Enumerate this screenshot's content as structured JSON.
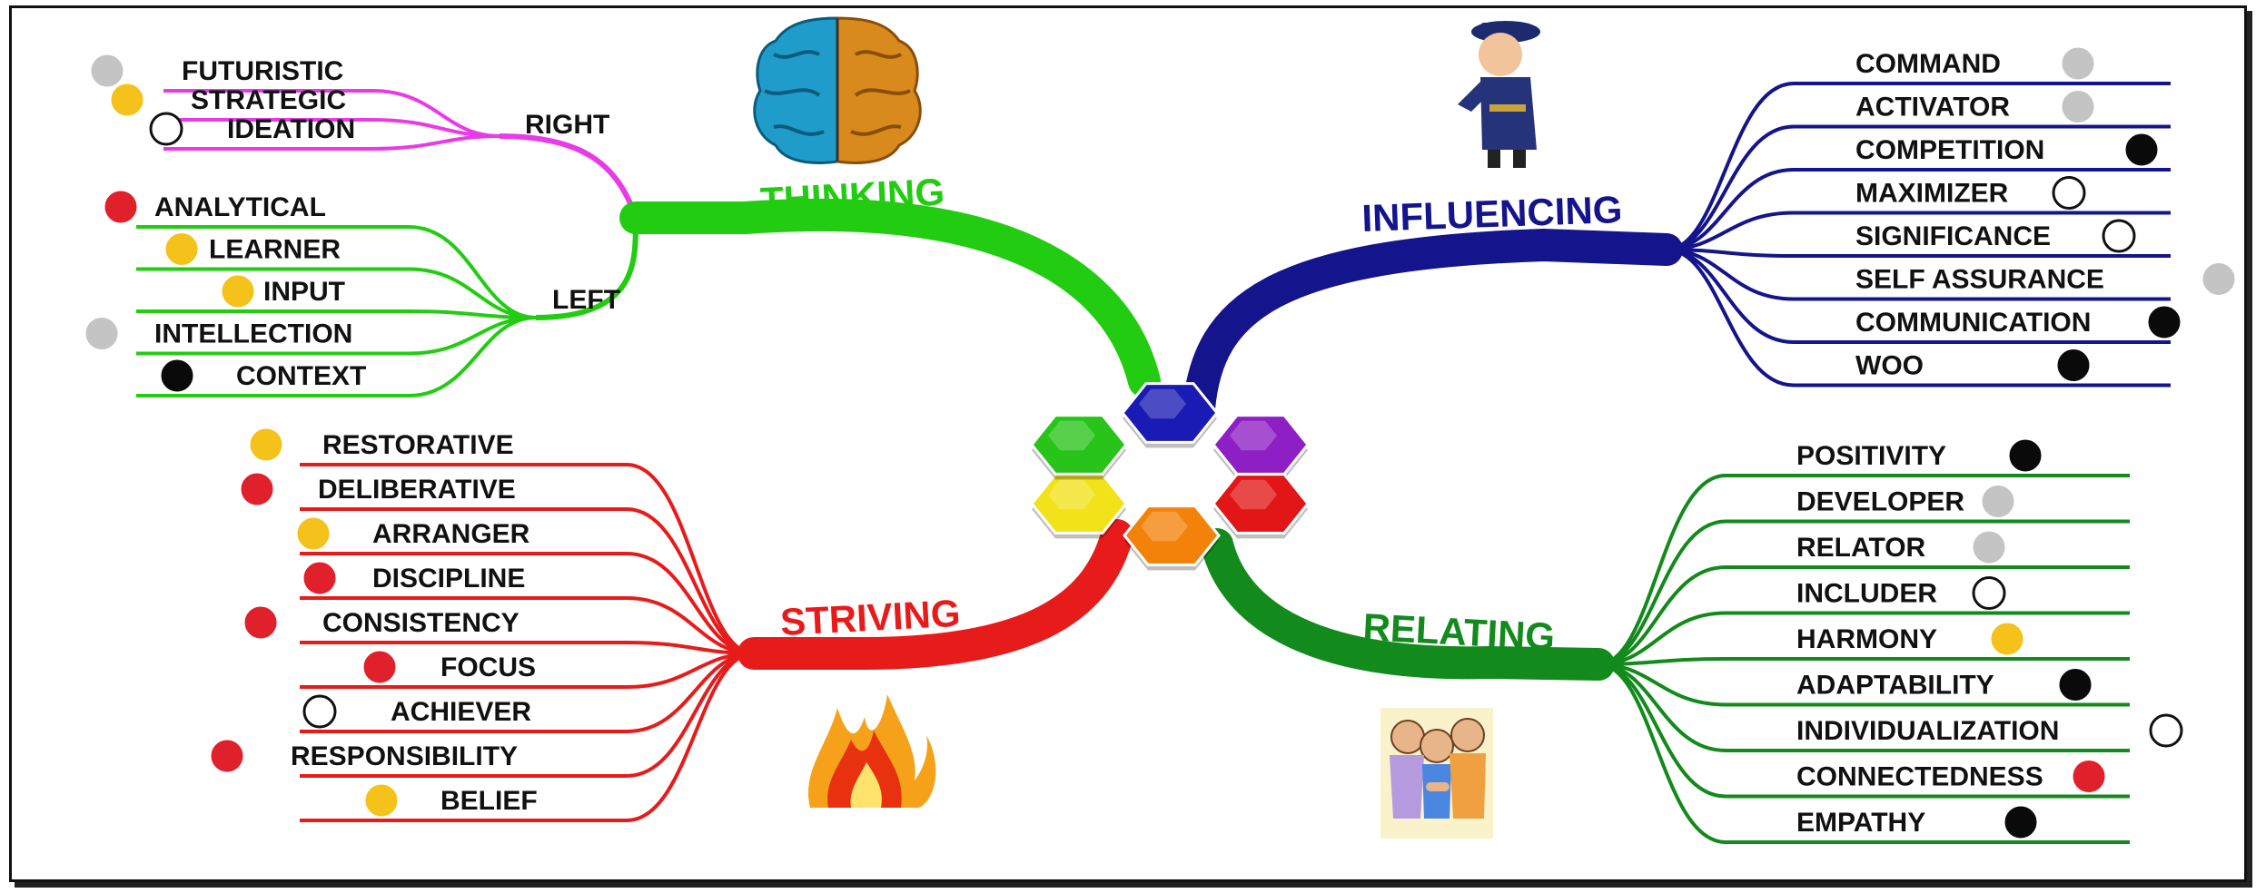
{
  "thinking": {
    "title": "THINKING",
    "color": "#22cc11",
    "right": {
      "label": "RIGHT",
      "color": "#e83be8",
      "items": [
        {
          "label": "FUTURISTIC",
          "dot": "gray"
        },
        {
          "label": "STRATEGIC",
          "dot": "yellow"
        },
        {
          "label": "IDEATION",
          "dot": "white"
        }
      ]
    },
    "left": {
      "label": "LEFT",
      "color": "#22cc11",
      "items": [
        {
          "label": "ANALYTICAL",
          "dot": "red"
        },
        {
          "label": "LEARNER",
          "dot": "yellow"
        },
        {
          "label": "INPUT",
          "dot": "yellow"
        },
        {
          "label": "INTELLECTION",
          "dot": "gray"
        },
        {
          "label": "CONTEXT",
          "dot": "black"
        }
      ]
    }
  },
  "influencing": {
    "title": "INFLUENCING",
    "color": "#14148c",
    "items": [
      {
        "label": "COMMAND",
        "dot": "gray"
      },
      {
        "label": "ACTIVATOR",
        "dot": "gray"
      },
      {
        "label": "COMPETITION",
        "dot": "black"
      },
      {
        "label": "MAXIMIZER",
        "dot": "white"
      },
      {
        "label": "SIGNIFICANCE",
        "dot": "white"
      },
      {
        "label": "SELF ASSURANCE",
        "dot": "gray"
      },
      {
        "label": "COMMUNICATION",
        "dot": "black"
      },
      {
        "label": "WOO",
        "dot": "black"
      }
    ]
  },
  "striving": {
    "title": "STRIVING",
    "color": "#e81b1b",
    "items": [
      {
        "label": "RESTORATIVE",
        "dot": "yellow"
      },
      {
        "label": "DELIBERATIVE",
        "dot": "red"
      },
      {
        "label": "ARRANGER",
        "dot": "yellow"
      },
      {
        "label": "DISCIPLINE",
        "dot": "red"
      },
      {
        "label": "CONSISTENCY",
        "dot": "red"
      },
      {
        "label": "FOCUS",
        "dot": "red"
      },
      {
        "label": "ACHIEVER",
        "dot": "white"
      },
      {
        "label": "RESPONSIBILITY",
        "dot": "red"
      },
      {
        "label": "BELIEF",
        "dot": "yellow"
      }
    ]
  },
  "relating": {
    "title": "RELATING",
    "color": "#128a1c",
    "items": [
      {
        "label": "POSITIVITY",
        "dot": "black"
      },
      {
        "label": "DEVELOPER",
        "dot": "gray"
      },
      {
        "label": "RELATOR",
        "dot": "gray"
      },
      {
        "label": "INCLUDER",
        "dot": "white"
      },
      {
        "label": "HARMONY",
        "dot": "yellow"
      },
      {
        "label": "ADAPTABILITY",
        "dot": "black"
      },
      {
        "label": "INDIVIDUALIZATION",
        "dot": "white"
      },
      {
        "label": "CONNECTEDNESS",
        "dot": "red"
      },
      {
        "label": "EMPATHY",
        "dot": "black"
      }
    ]
  },
  "dot_colors": {
    "gray": "#c4c4c4",
    "yellow": "#f4c21b",
    "white": "#ffffff",
    "red": "#e0202a",
    "black": "#0a0a0a"
  },
  "hexagon_colors": [
    "#1a1ab4",
    "#8e1fc4",
    "#e21616",
    "#f2820a",
    "#f2e21a",
    "#28c41a"
  ],
  "icons": [
    "brain-icon",
    "police-officer-icon",
    "fire-icon",
    "people-group-icon"
  ]
}
